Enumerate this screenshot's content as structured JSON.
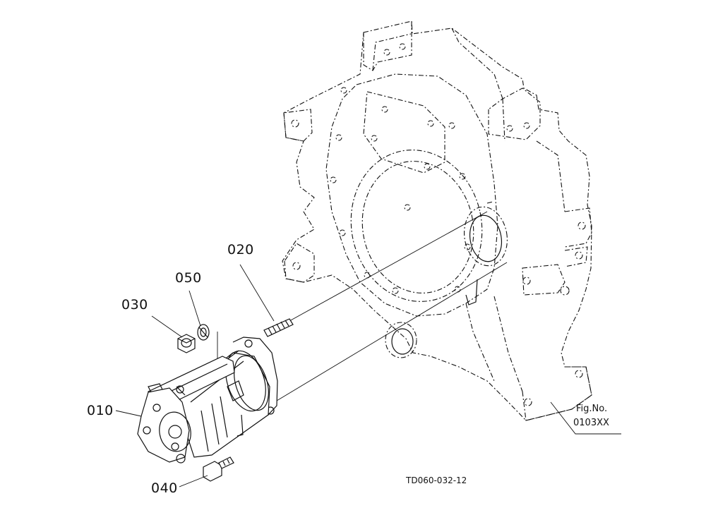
{
  "labels": {
    "p010": "010",
    "p020": "020",
    "p030": "030",
    "p040": "040",
    "p050": "050"
  },
  "figure_ref": {
    "line1": "Fig.No.",
    "line2": "0103XX"
  },
  "drawing_code": "TD060-032-12",
  "colors": {
    "line": "#111111",
    "background": "#ffffff"
  }
}
